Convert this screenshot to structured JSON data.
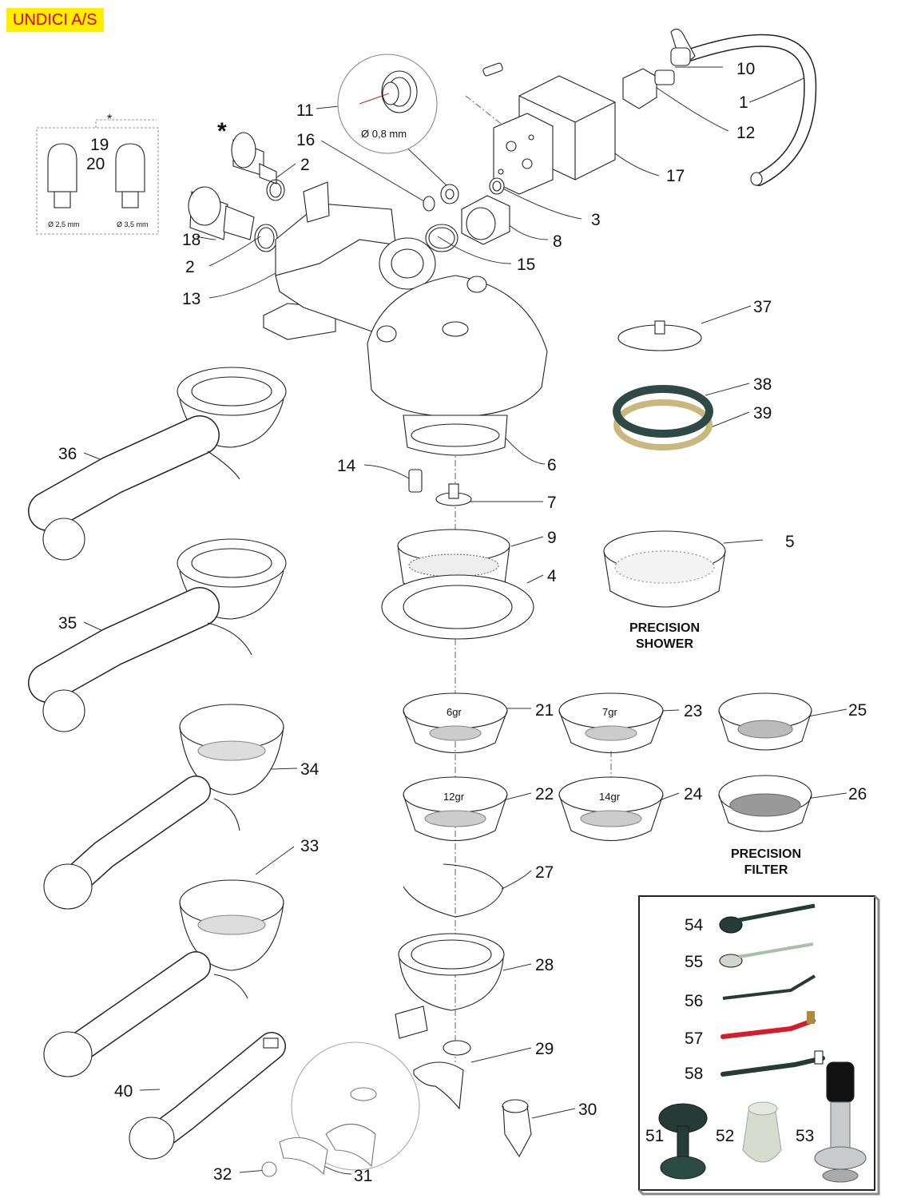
{
  "title": "UNDICI A/S",
  "labels": {
    "n1": "1",
    "n2a": "2",
    "n2b": "2",
    "n3": "3",
    "n4": "4",
    "n5": "5",
    "n6": "6",
    "n7": "7",
    "n8": "8",
    "n9": "9",
    "n10": "10",
    "n11": "11",
    "n12": "12",
    "n13": "13",
    "n14": "14",
    "n15": "15",
    "n16": "16",
    "n17": "17",
    "n18": "18",
    "n19": "19",
    "n20": "20",
    "n21": "21",
    "n22": "22",
    "n23": "23",
    "n24": "24",
    "n25": "25",
    "n26": "26",
    "n27": "27",
    "n28": "28",
    "n29": "29",
    "n30": "30",
    "n31": "31",
    "n32": "32",
    "n33": "33",
    "n34": "34",
    "n35": "35",
    "n36": "36",
    "n37": "37",
    "n38": "38",
    "n39": "39",
    "n40": "40",
    "n51": "51",
    "n52": "52",
    "n53": "53",
    "n54": "54",
    "n55": "55",
    "n56": "56",
    "n57": "57",
    "n58": "58"
  },
  "annotations": {
    "jet_diameter": "Ø 0,8 mm",
    "asterisk_top": "*",
    "asterisk_inset": "*",
    "jet_25": "Ø 2,5 mm",
    "jet_35": "Ø 3,5 mm",
    "basket_6": "6gr",
    "basket_7": "7gr",
    "basket_12": "12gr",
    "basket_14": "14gr"
  },
  "captions": {
    "shower": "PRECISION\nSHOWER",
    "filter": "PRECISION\nFILTER"
  },
  "colors": {
    "title_bg": "#ffee00",
    "title_text": "#e0001a",
    "gasket_dark": "#2f4a44",
    "gasket_paper": "#d8cfa8",
    "tool_dark": "#243b36",
    "brush_red": "#d41c2a",
    "tamper_clear": "#d7dccf"
  }
}
